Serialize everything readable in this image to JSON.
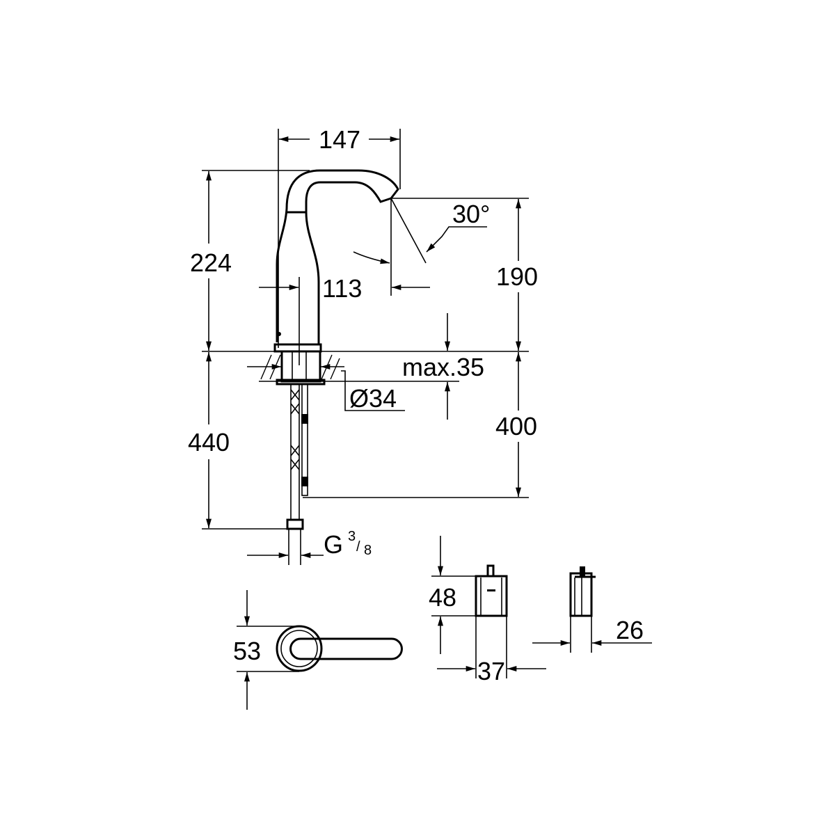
{
  "drawing": {
    "line_color": "#000000",
    "background": "#ffffff",
    "dimensions": {
      "spout_reach": "147",
      "total_height_above_deck": "224",
      "spray_angle": "30°",
      "spout_height": "190",
      "spout_projection": "113",
      "max_deck_thickness": "max.35",
      "hole_diameter": "Ø34",
      "hose_length": "400",
      "supply_length": "440",
      "connection_thread_g": "G",
      "connection_thread_num": "3",
      "connection_thread_den": "8",
      "handle_diameter": "53",
      "control_box_height": "48",
      "control_box_width": "37",
      "control_box_depth": "26"
    }
  }
}
